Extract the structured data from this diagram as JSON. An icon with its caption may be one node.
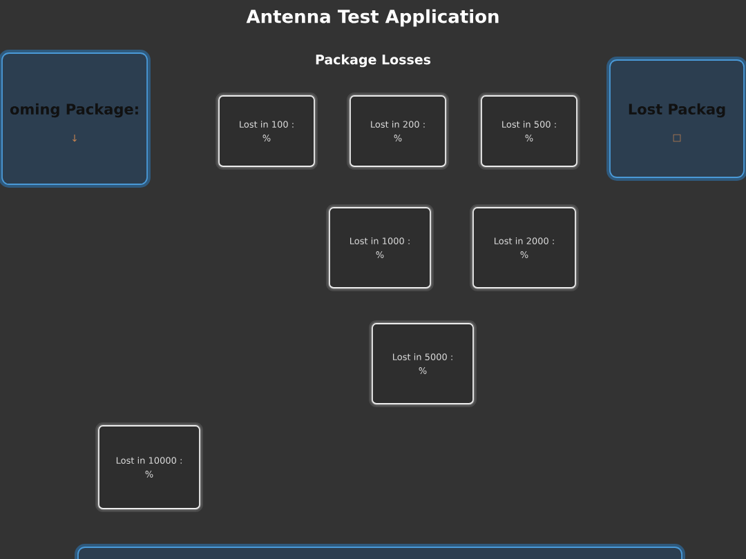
{
  "diagram": {
    "title": "Antenna Test Application",
    "nodes": [
      {
        "text": [
          "oming Package:",
          "↓"
        ]
      },
      {
        "text": [
          "Lost Packag",
          "□"
        ]
      },
      {
        "text": [
          "Lost in 100 :",
          "%"
        ]
      },
      {
        "text": [
          "Lost in 200 :",
          "%"
        ]
      },
      {
        "text": [
          "Lost in 500 :",
          "%"
        ]
      },
      {
        "text": [
          "Lost in 1000 :",
          "%"
        ]
      },
      {
        "text": [
          "Lost in 2000 :",
          "%"
        ]
      },
      {
        "text": [
          "Lost in 5000 :",
          "%"
        ]
      },
      {
        "text": [
          "Lost in 10000 :",
          "%"
        ]
      },
      {
        "text": [],
        "shape": "box"
      }
    ],
    "labels": [
      "Package Losses"
    ]
  }
}
